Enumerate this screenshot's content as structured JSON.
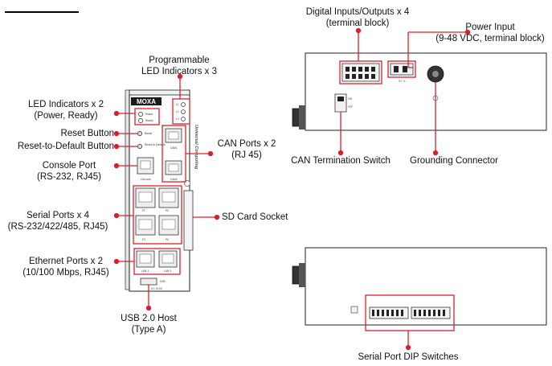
{
  "heading": {
    "text": ""
  },
  "accent_color": "#d9202a",
  "device": {
    "logo": "MOXA",
    "side_text": "Universal Computing",
    "model": "UC-5100",
    "port_labels": {
      "led_power": "Power",
      "led_ready": "Ready",
      "reset": "Reset",
      "reset_default": "Reset to Default",
      "can1": "CAN1",
      "can2": "CAN2",
      "console": "Console",
      "p1": "P1",
      "p2": "P2",
      "p3": "P3",
      "p4": "P4",
      "lan1": "LAN 1",
      "lan2": "LAN 2",
      "usb": "USB",
      "l1": "L1",
      "l2": "L2",
      "l3": "L3",
      "pwr_gnd": "V+ V-",
      "term_on": "ON",
      "term_off": "OFF"
    }
  },
  "labels": {
    "programmable_leds": {
      "l1": "Programmable",
      "l2": "LED Indicators x 3"
    },
    "led_indicators": {
      "l1": "LED Indicators x 2",
      "l2": "(Power, Ready)"
    },
    "reset_button": {
      "l1": "Reset Button"
    },
    "reset_default": {
      "l1": "Reset-to-Default Button"
    },
    "console_port": {
      "l1": "Console Port",
      "l2": "(RS-232, RJ45)"
    },
    "serial_ports": {
      "l1": "Serial Ports x 4",
      "l2": "(RS-232/422/485, RJ45)"
    },
    "ethernet_ports": {
      "l1": "Ethernet Ports x 2",
      "l2": "(10/100 Mbps, RJ45)"
    },
    "usb_host": {
      "l1": "USB 2.0 Host",
      "l2": "(Type A)"
    },
    "can_ports": {
      "l1": "CAN Ports x 2",
      "l2": "(RJ 45)"
    },
    "sd_card": {
      "l1": "SD Card Socket"
    },
    "digital_io": {
      "l1": "Digital Inputs/Outputs x 4",
      "l2": "(terminal block)"
    },
    "power_input": {
      "l1": "Power Input",
      "l2": "(9-48 VDC, terminal block)"
    },
    "can_termination": {
      "l1": "CAN Termination Switch"
    },
    "grounding": {
      "l1": "Grounding Connector"
    },
    "dip_switches": {
      "l1": "Serial Port DIP Switches"
    }
  }
}
